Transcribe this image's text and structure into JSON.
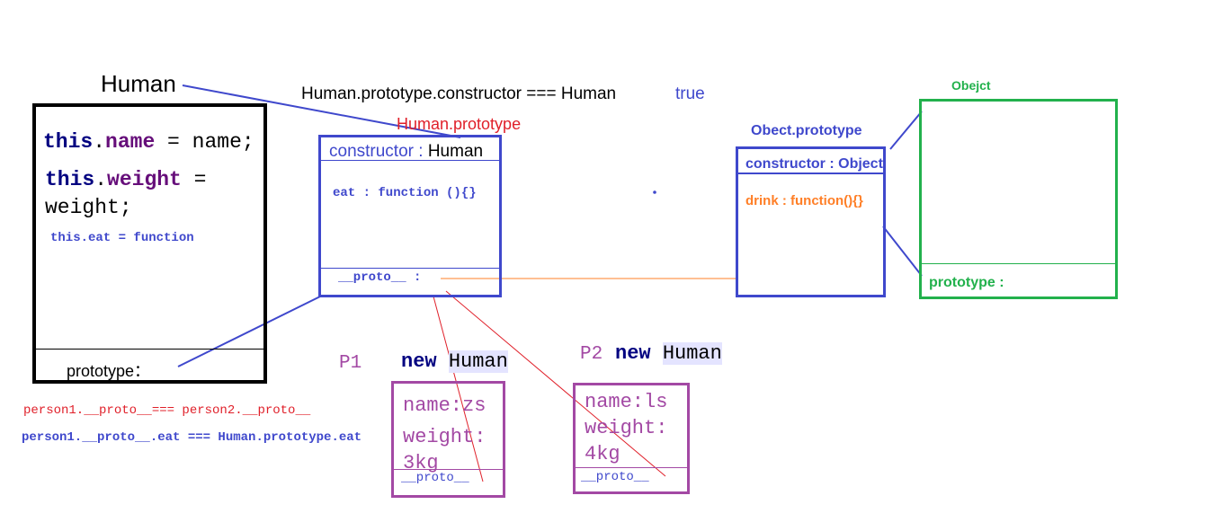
{
  "human": {
    "title": "Human",
    "ctor_name_kw": "this",
    "ctor_name_dot": ".",
    "ctor_name_prop": "name",
    "ctor_name_rest": " = name;",
    "ctor_weight_kw": "this",
    "ctor_weight_dot": ".",
    "ctor_weight_prop": "weight",
    "ctor_weight_rest": " =",
    "ctor_weight_line2": "weight;",
    "ctor_eat": "this.eat = function",
    "prototype_label": "prototype："
  },
  "equality_line": "Human.prototype.constructor === Human",
  "equality_result": "true",
  "human_prototype": {
    "title": "Human.prototype",
    "constructor_key": "constructor : ",
    "constructor_value": "Human",
    "eat": "eat : function (){}",
    "proto": "__proto__ :"
  },
  "object_prototype": {
    "title": "Obect.prototype",
    "constructor": "constructor : Object",
    "drink": "drink : function(){}"
  },
  "object": {
    "title": "Obejct",
    "prototype_label": "prototype :"
  },
  "p1": {
    "label": "P1",
    "new_kw": "new",
    "new_type": "Human",
    "name": "name:zs",
    "weight_line1": "weight:",
    "weight_line2": "3kg",
    "proto": "__proto__"
  },
  "p2": {
    "label": "P2",
    "new_kw": "new",
    "new_type": "Human",
    "name": "name:ls",
    "weight_line1": "weight:",
    "weight_line2": "4kg",
    "proto": "__proto__"
  },
  "notes": {
    "proto_equal": "person1.__proto__=== person2.__proto__",
    "eat_equal": "person1.__proto__.eat === Human.prototype.eat"
  },
  "colors": {
    "blue": "#3f48cc",
    "red": "#e0202a",
    "green": "#22b14c",
    "purple": "#a349a4",
    "orange": "#ff7f27",
    "navy": "#000080",
    "keyword_purple": "#660e7a"
  }
}
